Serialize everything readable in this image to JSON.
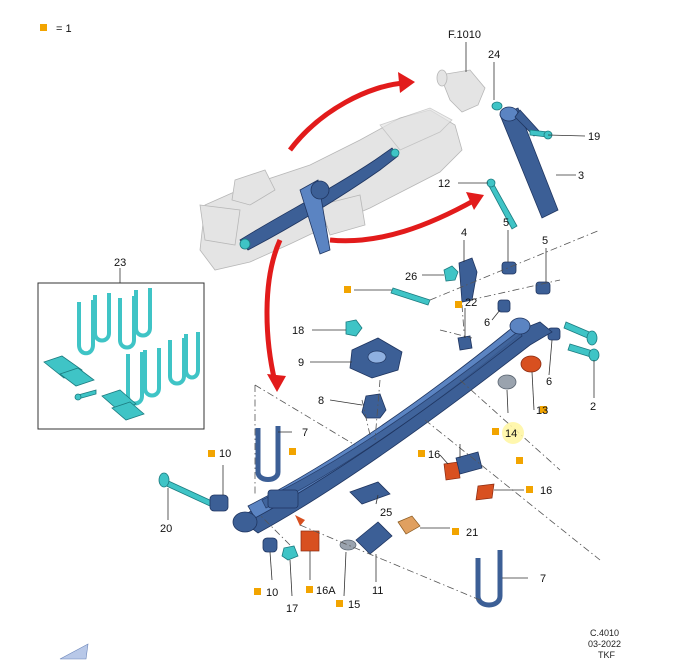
{
  "legend": {
    "marker_color": "#f2a400",
    "text": "= 1"
  },
  "reference": {
    "line1": "F.1010"
  },
  "footer": {
    "code": "C.4010",
    "date": "03-2022",
    "initials": "TKF"
  },
  "colors": {
    "part": "#3c5f96",
    "highlight": "#3fc4c6",
    "arrow": "#e21b1b",
    "marker": "#f2a400",
    "ghost": "#e4e4e4"
  },
  "callouts": {
    "c24": "24",
    "c19": "19",
    "c3": "3",
    "c12": "12",
    "c4": "4",
    "c5a": "5",
    "c5b": "5",
    "c26": "26",
    "c22": "22",
    "c6a": "6",
    "c6b": "6",
    "c2": "2",
    "c13": "13",
    "c14": "14",
    "c23": "23",
    "c18": "18",
    "c9": "9",
    "c8": "8",
    "c7a": "7",
    "c10a": "10",
    "c16a": "16",
    "c16b": "16",
    "c20": "20",
    "c25": "25",
    "c21": "21",
    "c7b": "7",
    "c10b": "10",
    "c17": "17",
    "c16A": "16A",
    "c15": "15",
    "c11": "11"
  }
}
